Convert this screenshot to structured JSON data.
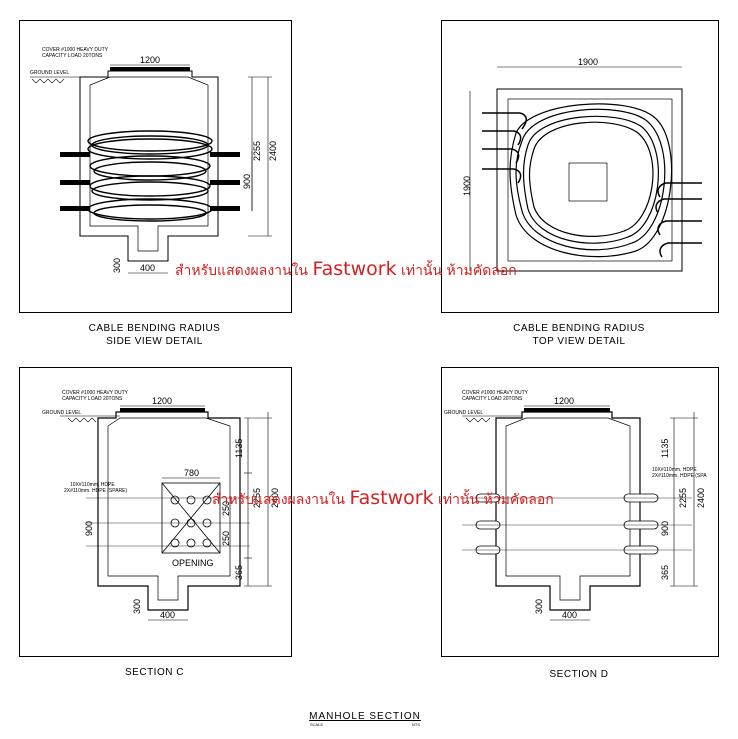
{
  "panels": {
    "side": {
      "cover_line1": "COVER #1000 HEAVY DUTY",
      "cover_line2": "CAPACITY LOAD 20TONS",
      "ground": "GROUND LEVEL",
      "dim_top": "1200",
      "dim_2255": "2255",
      "dim_2400": "2400",
      "dim_900": "900",
      "dim_400": "400",
      "dim_300": "300",
      "caption1": "CABLE BENDING RADIUS",
      "caption2": "SIDE VIEW DETAIL"
    },
    "top": {
      "dim_h": "1900",
      "dim_v": "1900",
      "caption1": "CABLE BENDING RADIUS",
      "caption2": "TOP VIEW DETAIL"
    },
    "c": {
      "cover_line1": "COVER #1000 HEAVY DUTY",
      "cover_line2": "CAPACITY LOAD 20TONS",
      "ground": "GROUND LEVEL",
      "dim_top": "1200",
      "dim_780": "780",
      "hdpe1": "10X#110mm. HDPE",
      "hdpe2": "2X#110mm. HDPE (SPARE)",
      "opening": "OPENING",
      "dim_1135": "1135",
      "dim_2255": "2255",
      "dim_2400": "2400",
      "dim_900": "900",
      "dim_365": "365",
      "dim_400": "400",
      "dim_300": "300",
      "dim_250a": "250",
      "dim_250b": "250",
      "caption": "SECTION C"
    },
    "d": {
      "cover_line1": "COVER #1000 HEAVY DUTY",
      "cover_line2": "CAPACITY LOAD 20TONS",
      "ground": "GROUND LEVEL",
      "dim_top": "1200",
      "hdpe1": "10X#110mm. HDPE",
      "hdpe2": "2X#110mm. HDPE (SPA",
      "dim_1135": "1135",
      "dim_2255": "2255",
      "dim_2400": "2400",
      "dim_900": "900",
      "dim_365": "365",
      "dim_400": "400",
      "dim_300": "300",
      "caption": "SECTION D"
    }
  },
  "footer": {
    "title": "MANHOLE SECTION",
    "scale": "SCALE",
    "nts": "NTS"
  },
  "watermark": {
    "part1": "สำหรับแสดงผลงานใน ",
    "brand": "Fastwork",
    "part2": " เท่านั้น ห้ามคัดลอก",
    "color": "#d32020"
  }
}
